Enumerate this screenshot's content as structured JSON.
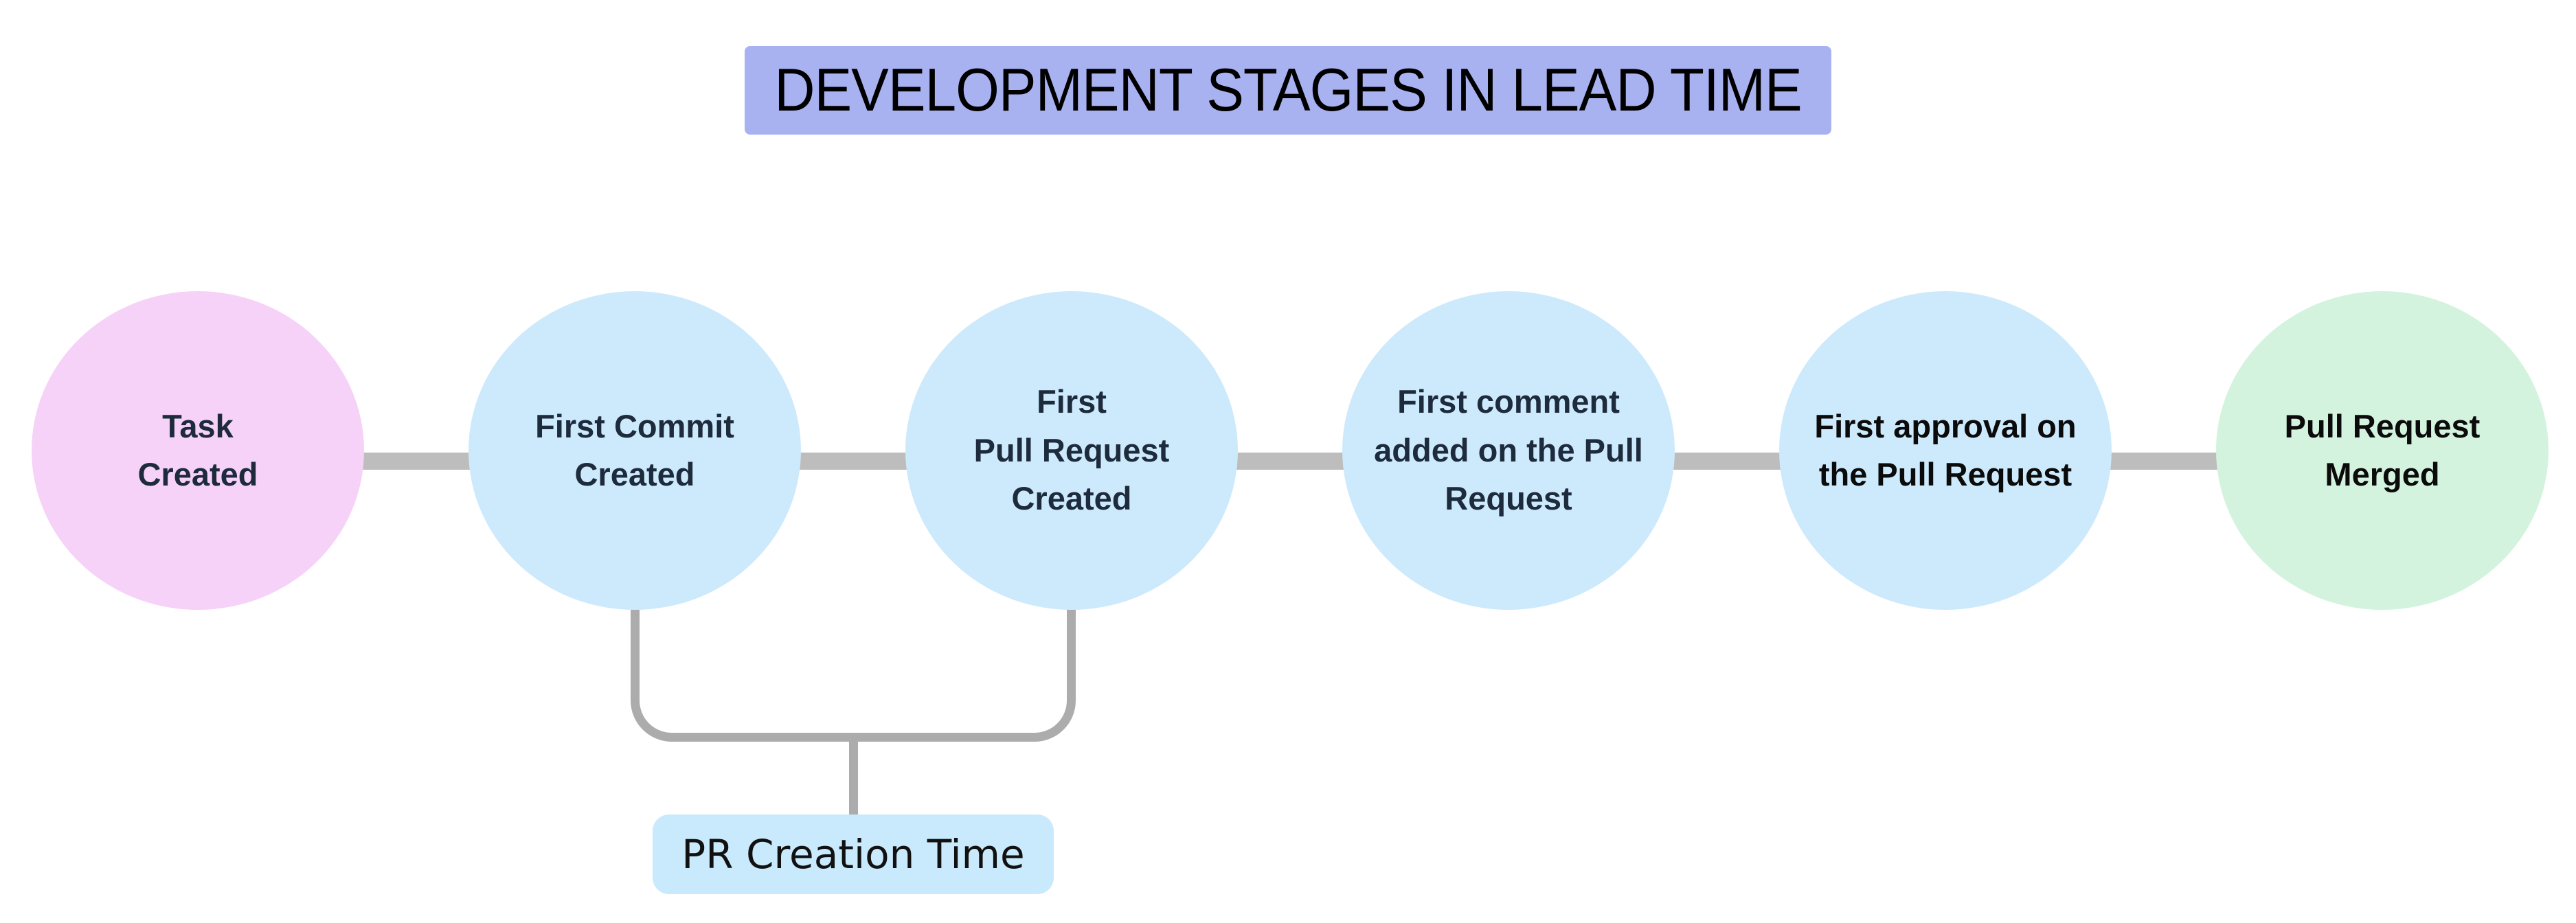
{
  "title": {
    "text": "DEVELOPMENT STAGES IN LEAD TIME"
  },
  "stages": [
    {
      "id": "task-created",
      "lines": [
        "Task",
        "Created"
      ],
      "fill": "#f6d1f8",
      "text_color": "#1d2b3c"
    },
    {
      "id": "first-commit-created",
      "lines": [
        "First Commit",
        "Created"
      ],
      "fill": "#cdeafc",
      "text_color": "#1d2b3c"
    },
    {
      "id": "first-pr-created",
      "lines": [
        "First",
        "Pull Request",
        "Created"
      ],
      "fill": "#cdeafc",
      "text_color": "#1d2b3c"
    },
    {
      "id": "first-comment-added",
      "lines": [
        "First comment",
        "added on the Pull",
        "Request"
      ],
      "fill": "#cdeafc",
      "text_color": "#1d2b3c"
    },
    {
      "id": "first-approval",
      "lines": [
        "First approval on",
        "the Pull Request"
      ],
      "fill": "#cdeafc",
      "text_color": "#0b0b0b"
    },
    {
      "id": "pr-merged",
      "lines": [
        "Pull Request",
        "Merged"
      ],
      "fill": "#d4f3de",
      "text_color": "#0b0b0b"
    }
  ],
  "annotation": {
    "label": "PR Creation Time",
    "groups_stages": [
      "First Commit Created",
      "First Pull Request Created"
    ]
  },
  "colors": {
    "background": "#ffffff",
    "title_bg": "#a9b2f1",
    "title_text": "#000000",
    "connector": "#bdbdbd",
    "bracket": "#acacac",
    "annotation_bg": "#c9e9fc",
    "annotation_text": "#111111"
  }
}
